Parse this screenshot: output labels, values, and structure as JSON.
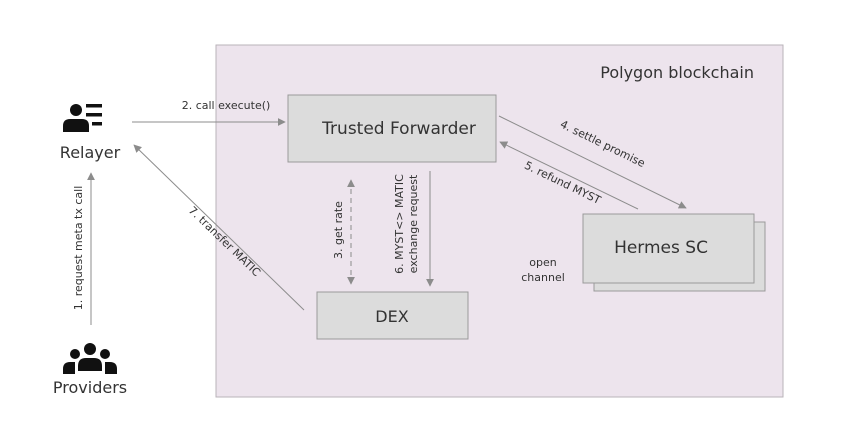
{
  "region": {
    "title": "Polygon blockchain"
  },
  "actors": {
    "relayer": {
      "label": "Relayer",
      "icon": "person-list-icon"
    },
    "providers": {
      "label": "Providers",
      "icon": "user-group-icon"
    }
  },
  "boxes": {
    "trusted_forwarder": "Trusted Forwarder",
    "hermes_sc": "Hermes SC",
    "dex": "DEX"
  },
  "arrows": {
    "request_meta_tx": "1. request meta tx call",
    "call_execute": "2. call execute()",
    "get_rate": "3. get rate",
    "settle_promise": "4. settle promise",
    "refund_myst": "5. refund MYST",
    "exchange_line1": "6. MYST<> MATIC",
    "exchange_line2": "exchange request",
    "transfer_matic": "7. transfer MATIC"
  },
  "notes": {
    "open_line1": "open",
    "open_line2": "channel"
  },
  "colors": {
    "region_fill": "#ede4ed",
    "region_stroke": "#b9b3b9",
    "box_fill": "#dcdcdc",
    "box_stroke": "#9a9a9a",
    "arrow": "#8c8c8c",
    "text": "#333333",
    "icon": "#111111"
  }
}
